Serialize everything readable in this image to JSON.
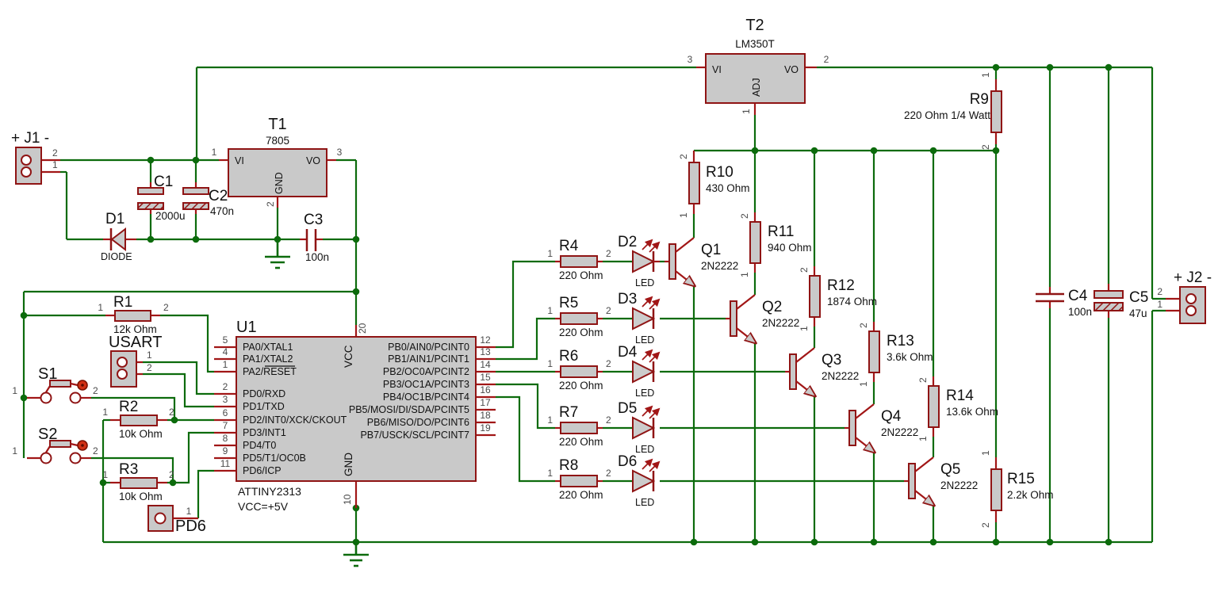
{
  "colors": {
    "wire_green": "#0c6b0c",
    "symbol_red": "#8f1414",
    "pin_red": "#a11616",
    "component_fill": "#c9c9c9",
    "text": "#111111",
    "pin_number": "#4a4a4a",
    "switch_button_red": "#d03015",
    "background": "#ffffff"
  },
  "j1": {
    "label": "+ J1 -",
    "p2": "2",
    "p1": "1"
  },
  "j2": {
    "label": "+ J2 -",
    "p2": "2",
    "p1": "1"
  },
  "usart": {
    "label": "USART",
    "p1": "1",
    "p2": "2"
  },
  "pd6_pad": {
    "label": "PD6",
    "p1": "1"
  },
  "d1": {
    "ref": "D1",
    "value": "DIODE"
  },
  "t1": {
    "ref": "T1",
    "value": "7805",
    "vi": "VI",
    "vo": "VO",
    "gnd": "GND",
    "n_vi": "1",
    "n_vo": "3",
    "n_gnd": "2"
  },
  "t2": {
    "ref": "T2",
    "value": "LM350T",
    "vi": "VI",
    "vo": "VO",
    "adj": "ADJ",
    "n_vi": "3",
    "n_vo": "2",
    "n_adj": "1"
  },
  "u1": {
    "ref": "U1",
    "part": "ATTINY2313",
    "note": "VCC=+5V",
    "vcc": "VCC",
    "gnd": "GND",
    "n_vcc": "20",
    "n_gnd": "10",
    "left_pins": [
      {
        "num": "5",
        "name": "PA0/XTAL1"
      },
      {
        "num": "4",
        "name": "PA1/XTAL2"
      },
      {
        "num": "1",
        "name": "PA2/RESET"
      },
      {
        "num": "2",
        "name": "PD0/RXD"
      },
      {
        "num": "3",
        "name": "PD1/TXD"
      },
      {
        "num": "6",
        "name": "PD2/INT0/XCK/CKOUT"
      },
      {
        "num": "7",
        "name": "PD3/INT1"
      },
      {
        "num": "8",
        "name": "PD4/T0"
      },
      {
        "num": "9",
        "name": "PD5/T1/OC0B"
      },
      {
        "num": "11",
        "name": "PD6/ICP"
      }
    ],
    "right_pins": [
      {
        "num": "12",
        "name": "PB0/AIN0/PCINT0"
      },
      {
        "num": "13",
        "name": "PB1/AIN1/PCINT1"
      },
      {
        "num": "14",
        "name": "PB2/OC0A/PCINT2"
      },
      {
        "num": "15",
        "name": "PB3/OC1A/PCINT3"
      },
      {
        "num": "16",
        "name": "PB4/OC1B/PCINT4"
      },
      {
        "num": "17",
        "name": "PB5/MOSI/DI/SDA/PCINT5"
      },
      {
        "num": "18",
        "name": "PB6/MISO/DO/PCINT6"
      },
      {
        "num": "19",
        "name": "PB7/USCK/SCL/PCINT7"
      }
    ]
  },
  "switches": [
    {
      "ref": "S1",
      "p1": "1",
      "p2": "2"
    },
    {
      "ref": "S2",
      "p1": "1",
      "p2": "2"
    }
  ],
  "resistors": [
    {
      "ref": "R1",
      "value": "12k Ohm",
      "p1": "1",
      "p2": "2"
    },
    {
      "ref": "R2",
      "value": "10k Ohm",
      "p1": "1",
      "p2": "2"
    },
    {
      "ref": "R3",
      "value": "10k Ohm",
      "p1": "1",
      "p2": "2"
    },
    {
      "ref": "R4",
      "value": "220 Ohm",
      "p1": "1",
      "p2": "2"
    },
    {
      "ref": "R5",
      "value": "220 Ohm",
      "p1": "1",
      "p2": "2"
    },
    {
      "ref": "R6",
      "value": "220 Ohm",
      "p1": "1",
      "p2": "2"
    },
    {
      "ref": "R7",
      "value": "220 Ohm",
      "p1": "1",
      "p2": "2"
    },
    {
      "ref": "R8",
      "value": "220 Ohm",
      "p1": "1",
      "p2": "2"
    },
    {
      "ref": "R9",
      "value": "220 Ohm 1/4 Watt",
      "p1": "1",
      "p2": "2"
    },
    {
      "ref": "R10",
      "value": "430 Ohm",
      "p1": "1",
      "p2": "2"
    },
    {
      "ref": "R11",
      "value": "940 Ohm",
      "p1": "1",
      "p2": "2"
    },
    {
      "ref": "R12",
      "value": "1874 Ohm",
      "p1": "1",
      "p2": "2"
    },
    {
      "ref": "R13",
      "value": "3.6k Ohm",
      "p1": "1",
      "p2": "2"
    },
    {
      "ref": "R14",
      "value": "13.6k Ohm",
      "p1": "1",
      "p2": "2"
    },
    {
      "ref": "R15",
      "value": "2.2k Ohm",
      "p1": "1",
      "p2": "2"
    }
  ],
  "capacitors": [
    {
      "ref": "C1",
      "value": "2000u"
    },
    {
      "ref": "C2",
      "value": "470n"
    },
    {
      "ref": "C3",
      "value": "100n"
    },
    {
      "ref": "C4",
      "value": "100n"
    },
    {
      "ref": "C5",
      "value": "47u"
    }
  ],
  "leds": [
    {
      "ref": "D2",
      "value": "LED"
    },
    {
      "ref": "D3",
      "value": "LED"
    },
    {
      "ref": "D4",
      "value": "LED"
    },
    {
      "ref": "D5",
      "value": "LED"
    },
    {
      "ref": "D6",
      "value": "LED"
    }
  ],
  "transistors": [
    {
      "ref": "Q1",
      "part": "2N2222"
    },
    {
      "ref": "Q2",
      "part": "2N2222"
    },
    {
      "ref": "Q3",
      "part": "2N2222"
    },
    {
      "ref": "Q4",
      "part": "2N2222"
    },
    {
      "ref": "Q5",
      "part": "2N2222"
    }
  ]
}
